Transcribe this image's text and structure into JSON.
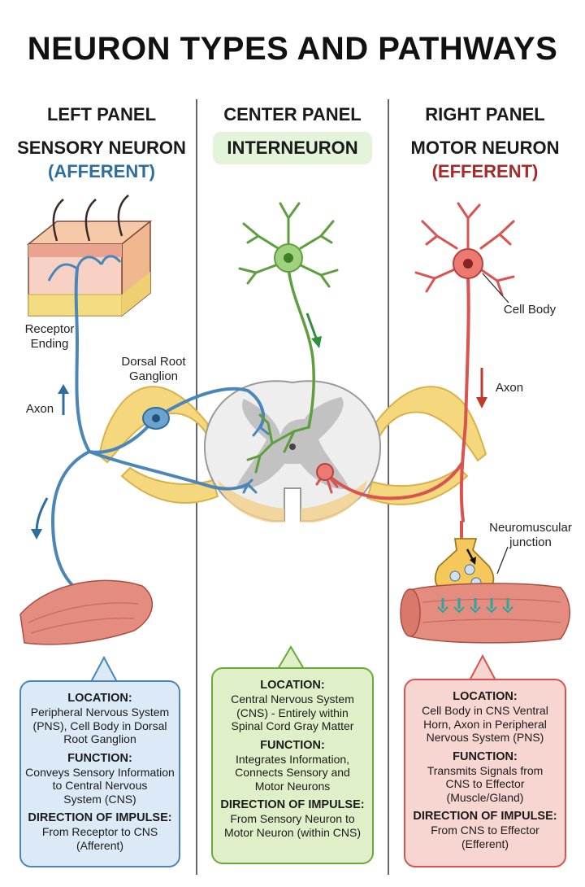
{
  "title": "NEURON TYPES AND PATHWAYS",
  "panels": {
    "left": {
      "panel_label": "LEFT PANEL",
      "name": "SENSORY NEURON",
      "subtitle": "(AFFERENT)"
    },
    "center": {
      "panel_label": "CENTER PANEL",
      "name": "INTERNEURON"
    },
    "right": {
      "panel_label": "RIGHT PANEL",
      "name": "MOTOR NEURON",
      "subtitle": "(EFFERENT)"
    }
  },
  "labels": {
    "receptor_line1": "Receptor",
    "receptor_line2": "Ending",
    "drg_line1": "Dorsal Root",
    "drg_line2": "Ganglion",
    "axon_left": "Axon",
    "cell_body": "Cell Body",
    "axon_right": "Axon",
    "nmj_line1": "Neuromuscular",
    "nmj_line2": "junction"
  },
  "info_boxes": {
    "left": {
      "location_heading": "LOCATION:",
      "location_text": [
        "Peripheral Nervous System",
        "(PNS), Cell Body in Dorsal",
        "Root Ganglion"
      ],
      "function_heading": "FUNCTION:",
      "function_text": [
        "Conveys Sensory Information",
        "to Central Nervous",
        "System (CNS)"
      ],
      "direction_heading": "DIRECTION OF IMPULSE:",
      "direction_text": [
        "From Receptor to CNS",
        "(Afferent)"
      ]
    },
    "center": {
      "location_heading": "LOCATION:",
      "location_text": [
        "Central Nervous System",
        "(CNS) - Entirely within",
        "Spinal Cord Gray Matter"
      ],
      "function_heading": "FUNCTION:",
      "function_text": [
        "Integrates Information,",
        "Connects Sensory and",
        "Motor Neurons"
      ],
      "direction_heading": "DIRECTION OF IMPULSE:",
      "direction_text": [
        "From Sensory Neuron to",
        "Motor Neuron (within CNS)"
      ]
    },
    "right": {
      "location_heading": "LOCATION:",
      "location_text": [
        "Cell Body in CNS Ventral",
        "Horn, Axon in Peripheral",
        "Nervous System (PNS)"
      ],
      "function_heading": "FUNCTION:",
      "function_text": [
        "Transmits Signals from",
        "CNS to Effector",
        "(Muscle/Gland)"
      ],
      "direction_heading": "DIRECTION OF IMPULSE:",
      "direction_text": [
        "From CNS to Effector",
        "(Efferent)"
      ]
    }
  },
  "colors": {
    "sensory": "#4a87b8",
    "sensory_text": "#2d6da0",
    "inter": "#7fbf5a",
    "motor": "#d9534f",
    "motor_text": "#a52a2a",
    "spinal_white": "#eeeeee",
    "spinal_gray": "#bdbdbd",
    "nerve_yellow": "#f5d77e",
    "muscle": "#e38c7f",
    "left_box_bg": "#dbeaf6",
    "center_box_bg": "#dff0c8",
    "right_box_bg": "#f7d6d2"
  }
}
